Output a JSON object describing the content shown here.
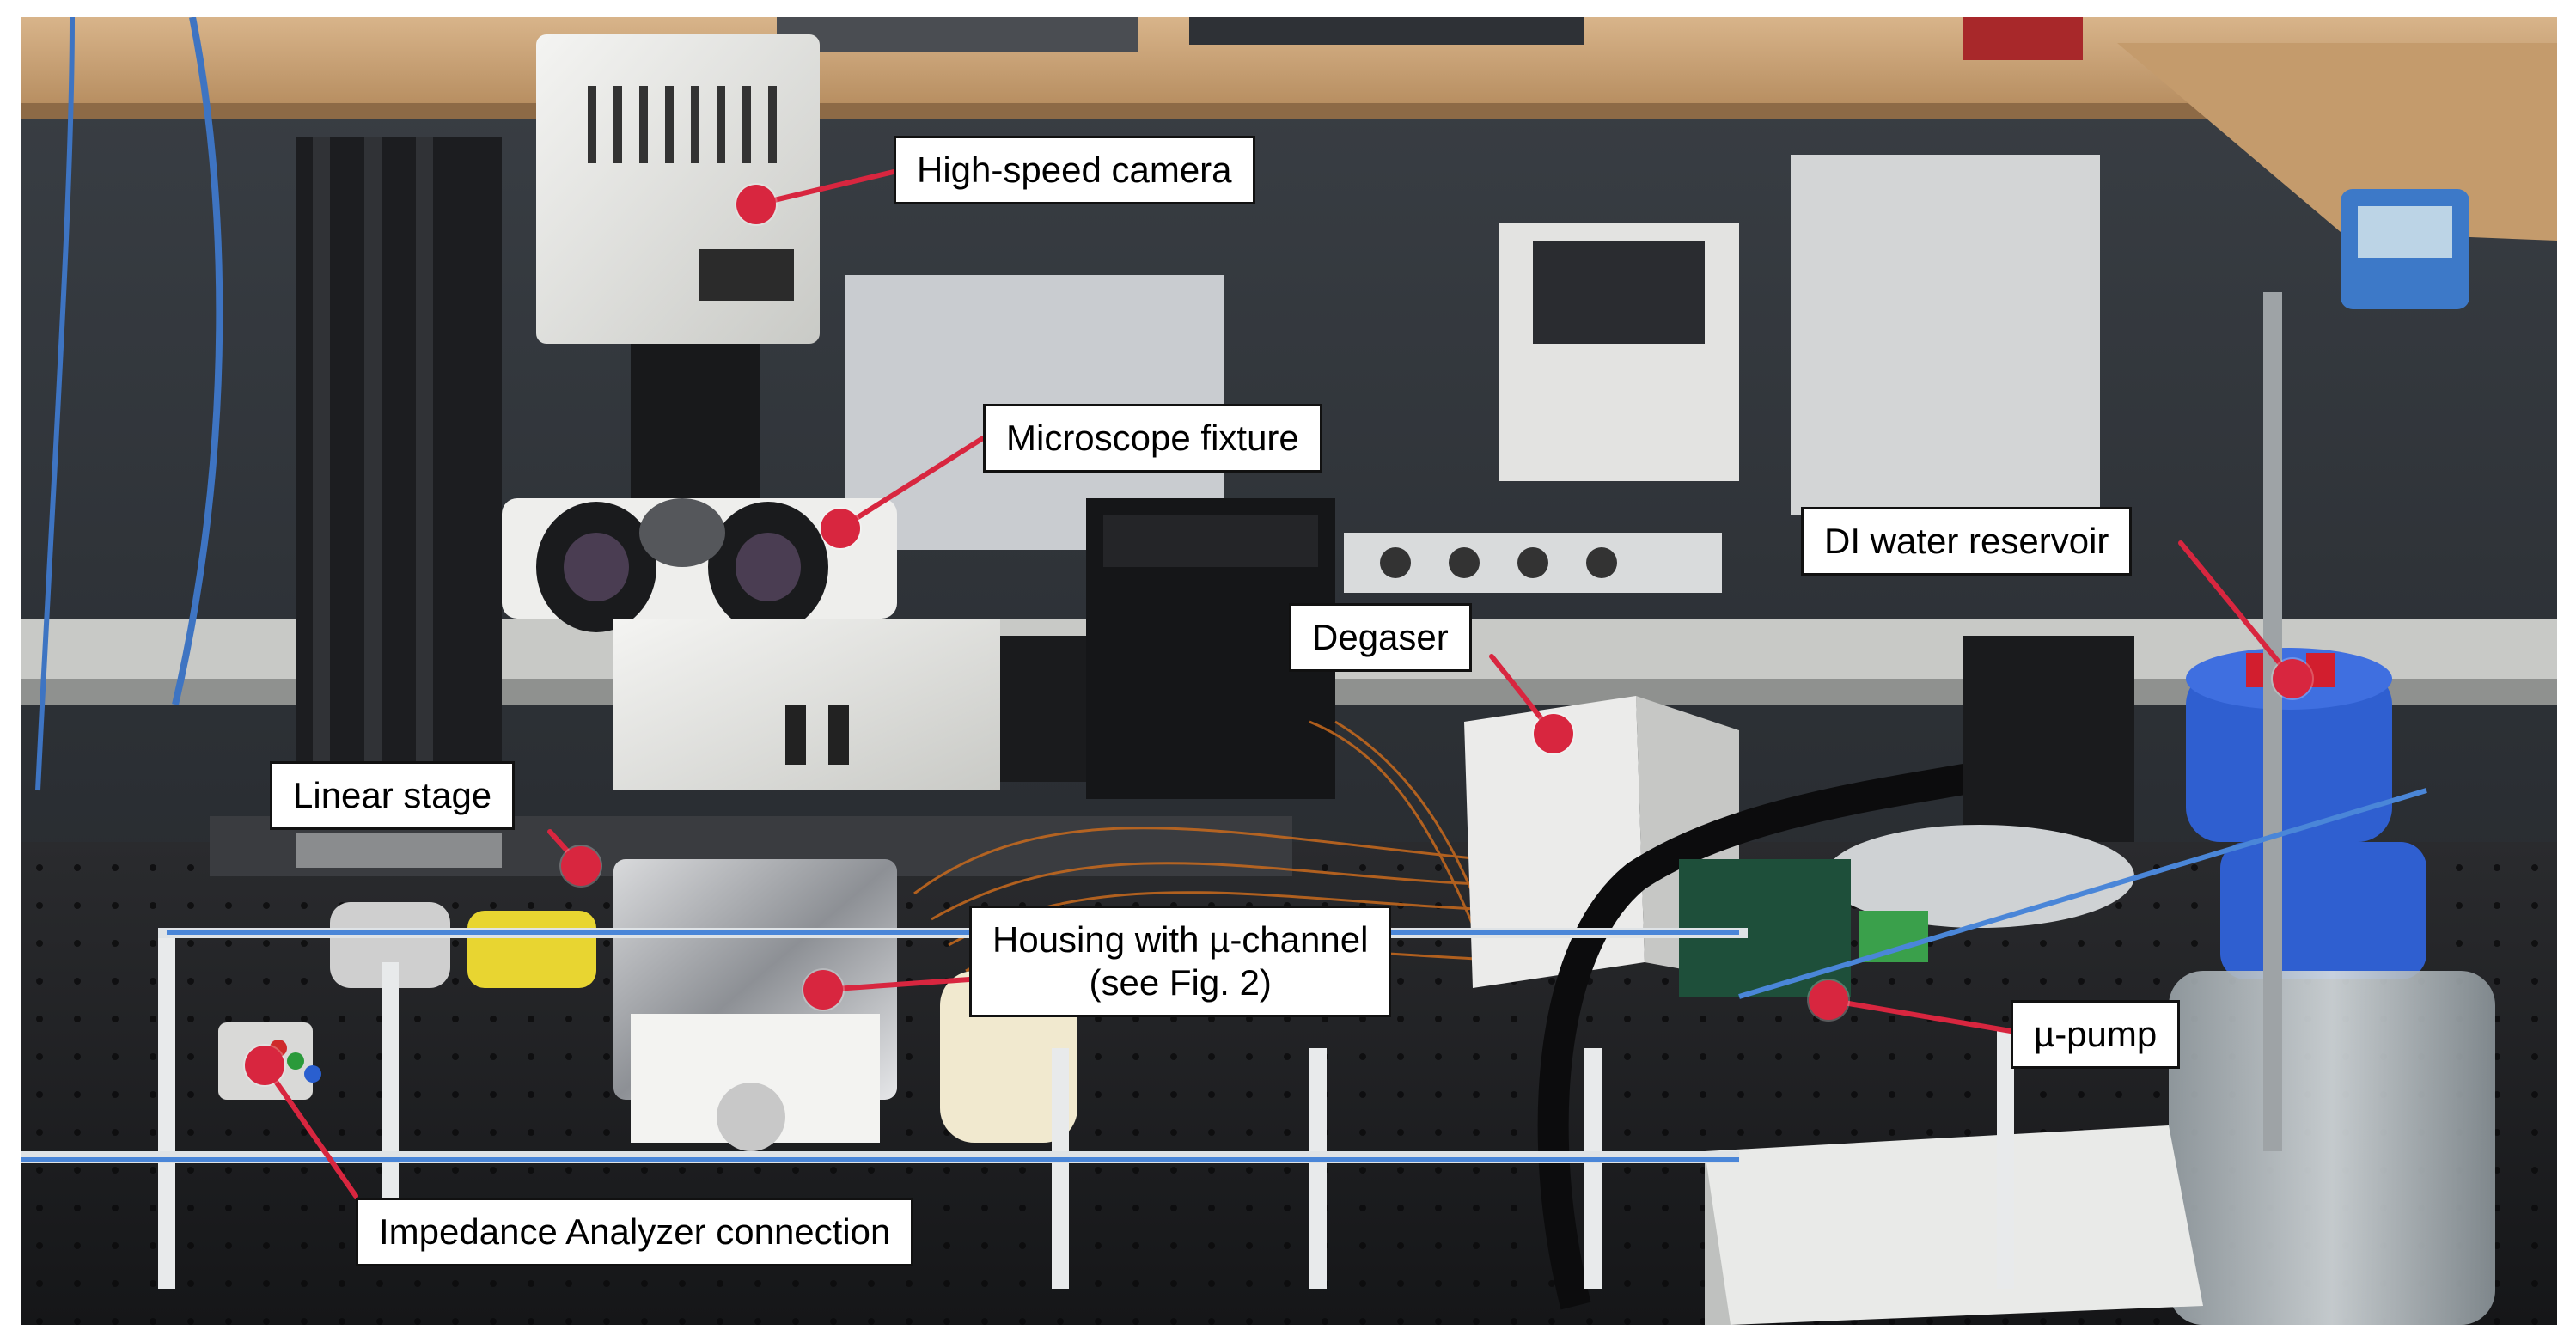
{
  "labels": {
    "camera": "High-speed camera",
    "microscope": "Microscope fixture",
    "di_water": "DI water reservoir",
    "degaser": "Degaser",
    "linear_stage": "Linear stage",
    "housing_line1": "Housing with µ-channel",
    "housing_line2": "(see Fig. 2)",
    "pump": "µ-pump",
    "impedance": "Impedance Analyzer connection"
  },
  "colors": {
    "marker": "#d8263f",
    "label_border": "#111111",
    "label_background": "#ffffff"
  }
}
